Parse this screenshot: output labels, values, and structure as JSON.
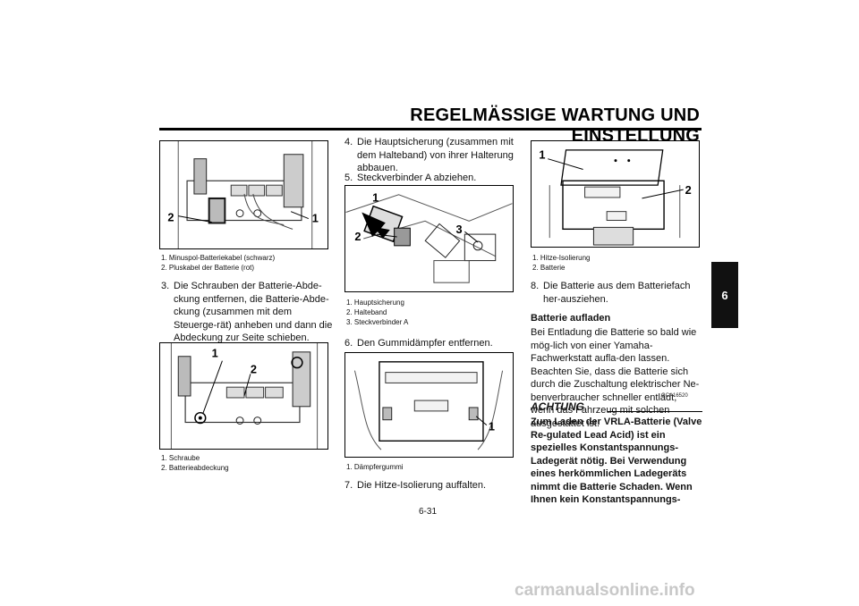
{
  "header": {
    "title": "REGELMÄSSIGE WARTUNG UND EINSTELLUNG",
    "section_tab": "6"
  },
  "page_number": "6-31",
  "figures": {
    "fig1": {
      "callouts": [
        "1",
        "2"
      ],
      "captions": [
        "1. Minuspol-Batteriekabel (schwarz)",
        "2. Pluskabel der Batterie (rot)"
      ]
    },
    "fig2": {
      "callouts": [
        "1",
        "2"
      ],
      "captions": [
        "1. Schraube",
        "2. Batterieabdeckung"
      ]
    },
    "fig3": {
      "callouts": [
        "1",
        "2",
        "3"
      ],
      "captions": [
        "1. Hauptsicherung",
        "2. Halteband",
        "3. Steckverbinder A"
      ]
    },
    "fig4": {
      "callouts": [
        "1"
      ],
      "captions": [
        "1. Dämpfergummi"
      ]
    },
    "fig5": {
      "callouts": [
        "1",
        "2"
      ],
      "captions": [
        "1. Hitze-Isolierung",
        "2. Batterie"
      ]
    }
  },
  "steps": {
    "s3": {
      "num": "3.",
      "text": "Die Schrauben der Batterie-Abde-ckung entfernen, die Batterie-Abde-ckung (zusammen mit dem Steuerge-rät) anheben und dann die Abdeckung zur Seite schieben."
    },
    "s4": {
      "num": "4.",
      "text": "Die Hauptsicherung (zusammen mit dem Halteband) von ihrer Halterung abbauen."
    },
    "s5": {
      "num": "5.",
      "text": "Steckverbinder A abziehen."
    },
    "s6": {
      "num": "6.",
      "text": "Den Gummidämpfer entfernen."
    },
    "s7": {
      "num": "7.",
      "text": "Die Hitze-Isolierung auffalten."
    },
    "s8": {
      "num": "8.",
      "text": "Die Batterie aus dem Batteriefach her-ausziehen."
    }
  },
  "charging": {
    "heading": "Batterie aufladen",
    "text": "Bei Entladung die Batterie so bald wie mög-lich von einer Yamaha-Fachwerkstatt aufla-den lassen. Beachten Sie, dass die Batterie sich durch die Zuschaltung elektrischer Ne-benverbraucher schneller entlädt, wenn das Fahrzeug mit solchen ausgestattet ist."
  },
  "caution": {
    "code": "GCA16520",
    "label": "ACHTUNG",
    "text": "Zum Laden der VRLA-Batterie (Valve Re-gulated Lead Acid) ist ein spezielles Konstantspannungs-Ladegerät nötig. Bei Verwendung eines herkömmlichen Ladegeräts nimmt die Batterie Schaden. Wenn Ihnen kein Konstantspannungs-"
  },
  "watermark": "carmanualsonline.info"
}
